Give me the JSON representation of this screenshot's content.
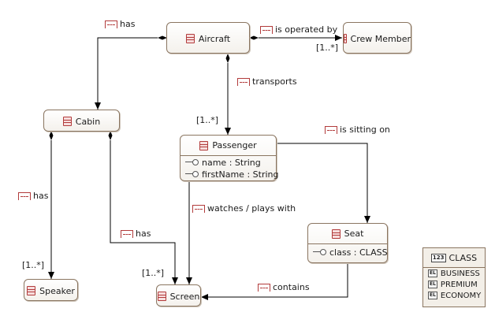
{
  "classes": {
    "aircraft": {
      "name": "Aircraft"
    },
    "crew_member": {
      "name": "Crew Member"
    },
    "cabin": {
      "name": "Cabin"
    },
    "passenger": {
      "name": "Passenger",
      "attributes": [
        "name : String",
        "firstName : String"
      ]
    },
    "seat": {
      "name": "Seat",
      "attributes": [
        "class : CLASS"
      ]
    },
    "speaker": {
      "name": "Speaker"
    },
    "screen": {
      "name": "Screen"
    }
  },
  "enum": {
    "name": "CLASS",
    "icon_text": "123",
    "literal_icon_text": "EL",
    "literals": [
      "BUSINESS",
      "PREMIUM",
      "ECONOMY"
    ]
  },
  "references": {
    "aircraft_cabin": {
      "label": "has"
    },
    "aircraft_crew": {
      "label": "is operated by",
      "multiplicity": "[1..*]"
    },
    "aircraft_passenger": {
      "label": "transports",
      "multiplicity": "[1..*]"
    },
    "passenger_seat": {
      "label": "is sitting on"
    },
    "passenger_screen": {
      "label": "watches / plays with"
    },
    "cabin_speaker": {
      "label": "has",
      "multiplicity": "[1..*]"
    },
    "cabin_screen": {
      "label": "has",
      "multiplicity": "[1..*]"
    },
    "seat_screen": {
      "label": "contains"
    }
  },
  "colors": {
    "border": "#8a7560",
    "icon_red": "#b23b3b",
    "edge": "#000000"
  },
  "icons": {
    "class": "class-icon",
    "attribute": "attribute-icon",
    "enum": "enum-icon",
    "literal": "enum-literal-icon",
    "reference": "reference-icon"
  }
}
